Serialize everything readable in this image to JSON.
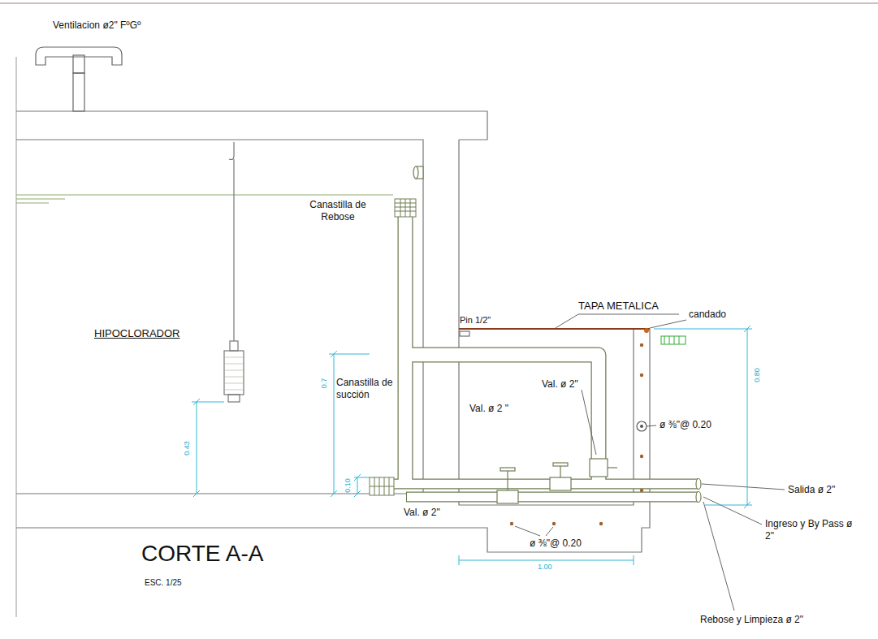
{
  "diagram": {
    "title": "CORTE A-A",
    "caption": "ESC. 1/25",
    "labels": [
      "Ventilacion ø2\" FºGº",
      "Canastilla de Rebose",
      "TAPA METALICA",
      "Pin 1/2\"",
      "candado",
      "HIPOCLORADOR",
      "Canastilla de succión",
      "0.43",
      "0.7",
      "0.10",
      "Val. ø 2\"",
      "Val. ø 2 \"",
      "ø ⅜\"@ 0.20",
      "0.80",
      "Salida ø 2\"",
      "Ingreso y By Pass ø 2\"",
      "Val. ø 2\"",
      "ø ⅜\"@ 0.20",
      "1.00",
      "Rebose y Limpieza ø 2\""
    ]
  }
}
